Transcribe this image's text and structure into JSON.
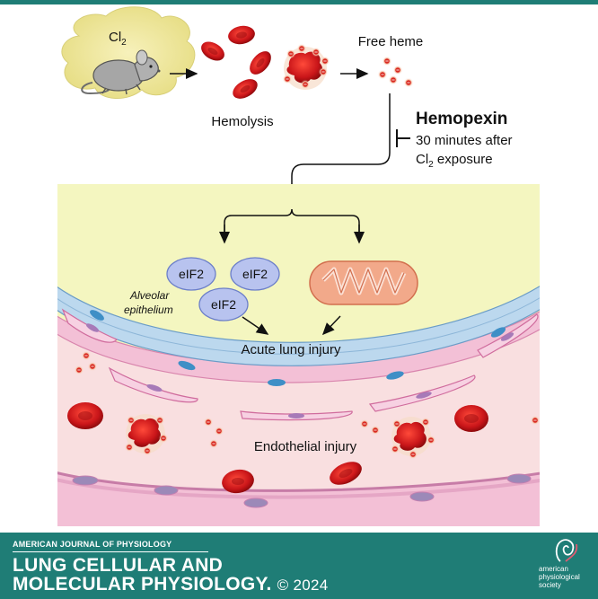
{
  "diagram": {
    "chlorine_label": "Cl",
    "chlorine_sub": "2",
    "hemolysis_label": "Hemolysis",
    "free_heme_label": "Free heme",
    "treatment_title": "Hemopexin",
    "treatment_line1": "30 minutes after",
    "treatment_line2_prefix": "Cl",
    "treatment_line2_sub": "2",
    "treatment_line2_suffix": " exposure",
    "eif2_label": "eIF2",
    "alveolar_line1": "Alveolar",
    "alveolar_line2": "epithelium",
    "acute_label": "Acute lung injury",
    "endothelial_label": "Endothelial injury"
  },
  "footer": {
    "journal": "AMERICAN JOURNAL OF PHYSIOLOGY",
    "title_line1": "LUNG CELLULAR AND",
    "title_line2": "MOLECULAR PHYSIOLOGY.",
    "copyright": "© 2024",
    "society_line1": "american",
    "society_line2": "physiological",
    "society_line3": "society"
  },
  "colors": {
    "frame": "#1f7d76",
    "airspace": "#f4f6c0",
    "epithelium": "#bcd8ee",
    "endothelium": "#f3c0d6",
    "vessel": "#f9dfe0",
    "rbc": "#c91519",
    "heme_glow": "#f2b89a",
    "eif2_fill": "#b8c3ef",
    "mito": "#f2a98a",
    "cloud": "#efe9a0"
  }
}
